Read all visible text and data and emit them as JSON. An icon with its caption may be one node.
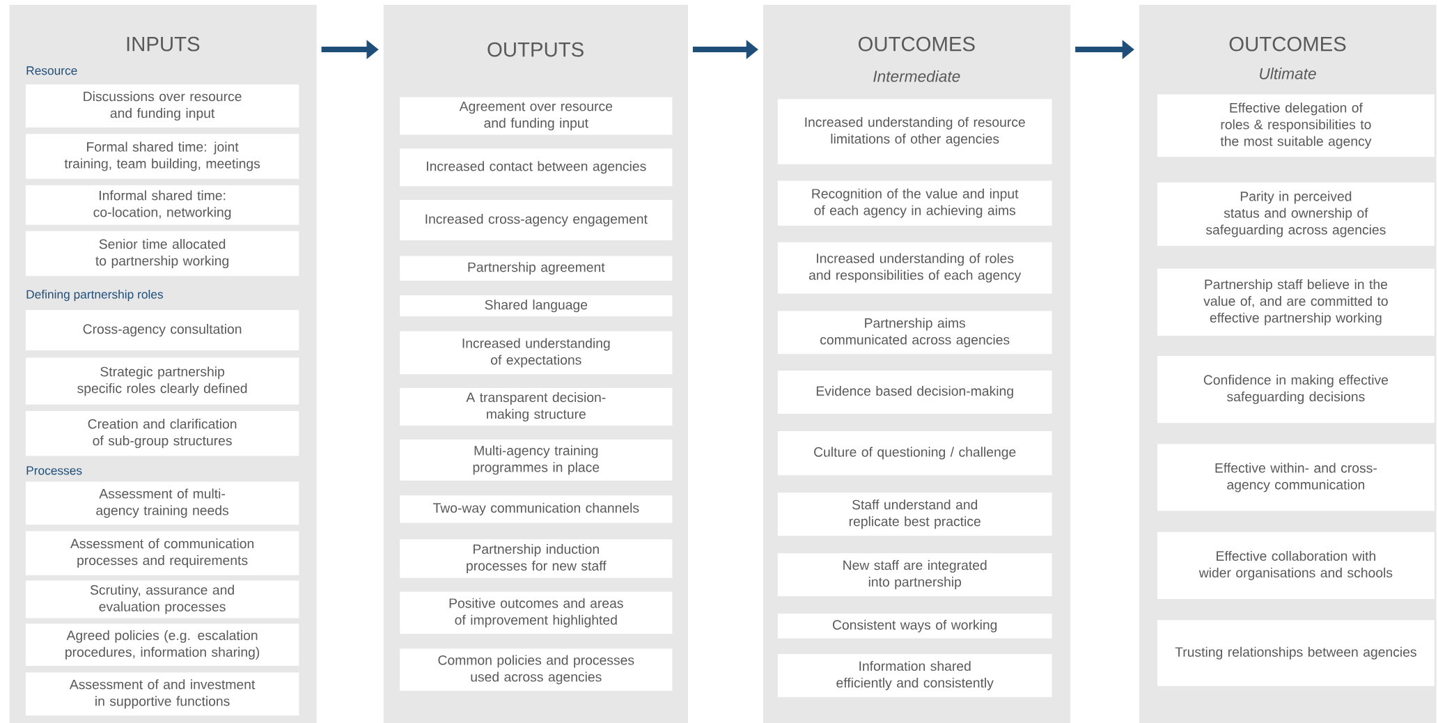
{
  "diagram": {
    "nodes": [
      {
        "text": [
          "INPUTS"
        ]
      },
      {
        "text": [
          "Discussions over resource and funding input"
        ],
        "in": 0
      },
      {
        "text": [
          "Formal shared time: joint training, team building, meetings"
        ],
        "in": 0
      },
      {
        "text": [
          "Informal shared time: co-location, networking"
        ],
        "in": 0
      },
      {
        "text": [
          "Senior time allocated to partnership working"
        ],
        "in": 0
      },
      {
        "text": [
          "Cross-agency consultation"
        ],
        "in": 0
      },
      {
        "text": [
          "Strategic partnership specific roles clearly defined"
        ],
        "in": 0
      },
      {
        "text": [
          "Creation and clarification of sub-group structures"
        ],
        "in": 0
      },
      {
        "text": [
          "Assessment of multi-agency training needs"
        ],
        "in": 0
      },
      {
        "text": [
          "Assessment of communication processes and requirements"
        ],
        "in": 0
      },
      {
        "text": [
          "Scrutiny, assurance and evaluation processes"
        ],
        "in": 0
      },
      {
        "text": [
          "Agreed policies (e.g. escalation procedures, information sharing)"
        ],
        "in": 0
      },
      {
        "text": [
          "Assessment of and investment in supportive functions"
        ],
        "in": 0
      },
      {
        "text": [
          "OUTPUTS"
        ]
      },
      {
        "text": [
          "Agreement over resource and funding input"
        ],
        "in": 13
      },
      {
        "text": [
          "Increased contact between agencies"
        ],
        "in": 13
      },
      {
        "text": [
          "Increased cross-agency engagement"
        ],
        "in": 13
      },
      {
        "text": [
          "Partnership agreement"
        ],
        "in": 13
      },
      {
        "text": [
          "Shared language"
        ],
        "in": 13
      },
      {
        "text": [
          "Increased understanding of expectations"
        ],
        "in": 13
      },
      {
        "text": [
          "A transparent decision-making structure"
        ],
        "in": 13
      },
      {
        "text": [
          "Multi-agency training programmes in place"
        ],
        "in": 13
      },
      {
        "text": [
          "Two-way communication channels"
        ],
        "in": 13
      },
      {
        "text": [
          "Partnership induction processes for new staff"
        ],
        "in": 13
      },
      {
        "text": [
          "Positive outcomes and areas of improvement highlighted"
        ],
        "in": 13
      },
      {
        "text": [
          "Common policies and processes used across agencies"
        ],
        "in": 13
      },
      {
        "text": [
          "OUTCOMES",
          "Intermediate"
        ]
      },
      {
        "text": [
          "Increased understanding of resource limitations of other agencies"
        ],
        "in": 26
      },
      {
        "text": [
          "Recognition of the value and input of each agency in achieving aims"
        ],
        "in": 26
      },
      {
        "text": [
          "Increased understanding of roles and responsibilities of each agency"
        ],
        "in": 26
      },
      {
        "text": [
          "Partnership aims communicated across agencies"
        ],
        "in": 26
      },
      {
        "text": [
          "Evidence based decision-making"
        ],
        "in": 26
      },
      {
        "text": [
          "Culture of questioning / challenge"
        ],
        "in": 26
      },
      {
        "text": [
          "Staff understand and replicate best practice"
        ],
        "in": 26
      },
      {
        "text": [
          "New staff are integrated into partnership"
        ],
        "in": 26
      },
      {
        "text": [
          "Consistent ways of working"
        ],
        "in": 26
      },
      {
        "text": [
          "Information shared efficiently and consistently"
        ],
        "in": 26
      },
      {
        "text": [
          "OUTCOMES",
          "Ultimate"
        ]
      },
      {
        "text": [
          "Effective delegation of roles & responsibilities to the most suitable agency"
        ],
        "in": 37
      },
      {
        "text": [
          "Parity in perceived status and ownership of safeguarding across agencies"
        ],
        "in": 37
      },
      {
        "text": [
          "Partnership staff believe in the value of, and are committed to effective partnership working"
        ],
        "in": 37
      },
      {
        "text": [
          "Confidence in making effective safeguarding decisions"
        ],
        "in": 37
      },
      {
        "text": [
          "Effective within- and cross-agency communication"
        ],
        "in": 37
      },
      {
        "text": [
          "Effective collaboration with wider organisations and schools"
        ],
        "in": 37
      },
      {
        "text": [
          "Trusting relationships between agencies"
        ],
        "in": 37
      }
    ],
    "edges": [
      {
        "from": 0,
        "to": 13,
        "arrow": "to"
      },
      {
        "from": 13,
        "to": 26,
        "arrow": "to"
      },
      {
        "from": 26,
        "to": 37,
        "arrow": "to"
      }
    ],
    "labels": [
      "Resource",
      "Defining partnership roles",
      "Processes"
    ]
  }
}
